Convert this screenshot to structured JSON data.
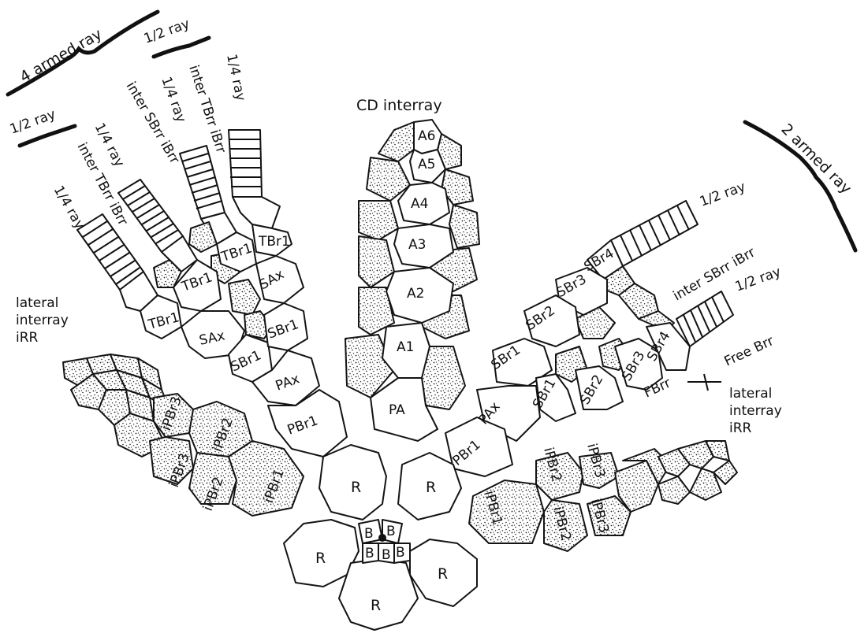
{
  "labels": {
    "four_armed_ray": "4 armed ray",
    "half_ray_top": "1/2 ray",
    "half_ray_left": "1/2 ray",
    "quarter_ray_1": "1/4 ray",
    "inter_tbrr_1": "inter TBrr iBrr",
    "quarter_ray_2": "1/4 ray",
    "inter_sbrr_left": "inter SBrr iBrr",
    "quarter_ray_3": "1/4 ray",
    "inter_tbrr_2": "inter TBrr iBrr",
    "quarter_ray_4": "1/4 ray",
    "cd_interray": "CD interray",
    "two_armed_ray": "2 armed ray",
    "half_ray_right_1": "1/2 ray",
    "inter_sbrr_right": "inter SBrr iBrr",
    "half_ray_right_2": "1/2 ray",
    "free_brr": "Free Brr",
    "fbrr": "FBrr",
    "lateral_interray_left": [
      "lateral",
      "interray",
      "iRR"
    ],
    "lateral_interray_right": [
      "lateral",
      "interray",
      "iRR"
    ]
  },
  "plates": {
    "cd": [
      "A6",
      "A5",
      "A4",
      "A3",
      "A2",
      "A1",
      "PA"
    ],
    "left_arm": [
      "TBr1",
      "TBr1",
      "TBr1",
      "TBr1",
      "SAx",
      "SAx",
      "SBr1",
      "SBr1",
      "PAx",
      "PBr1"
    ],
    "right_arm": [
      "SBr4",
      "SBr3",
      "SBr2",
      "SBr1",
      "SBr1",
      "SBr2",
      "SBr3",
      "SBr4",
      "PAx",
      "PBr1"
    ],
    "left_ipbr": [
      "iPBr3",
      "iPBr2",
      "iPBr3",
      "iPBr2",
      "iPBr1"
    ],
    "right_ipbr": [
      "iPBr3",
      "iPBr2",
      "iPBr1",
      "iPBr2",
      "iPBr3"
    ],
    "radials": [
      "R",
      "R",
      "R",
      "R",
      "R"
    ],
    "basals": [
      "B",
      "B",
      "B",
      "B",
      "B"
    ]
  }
}
